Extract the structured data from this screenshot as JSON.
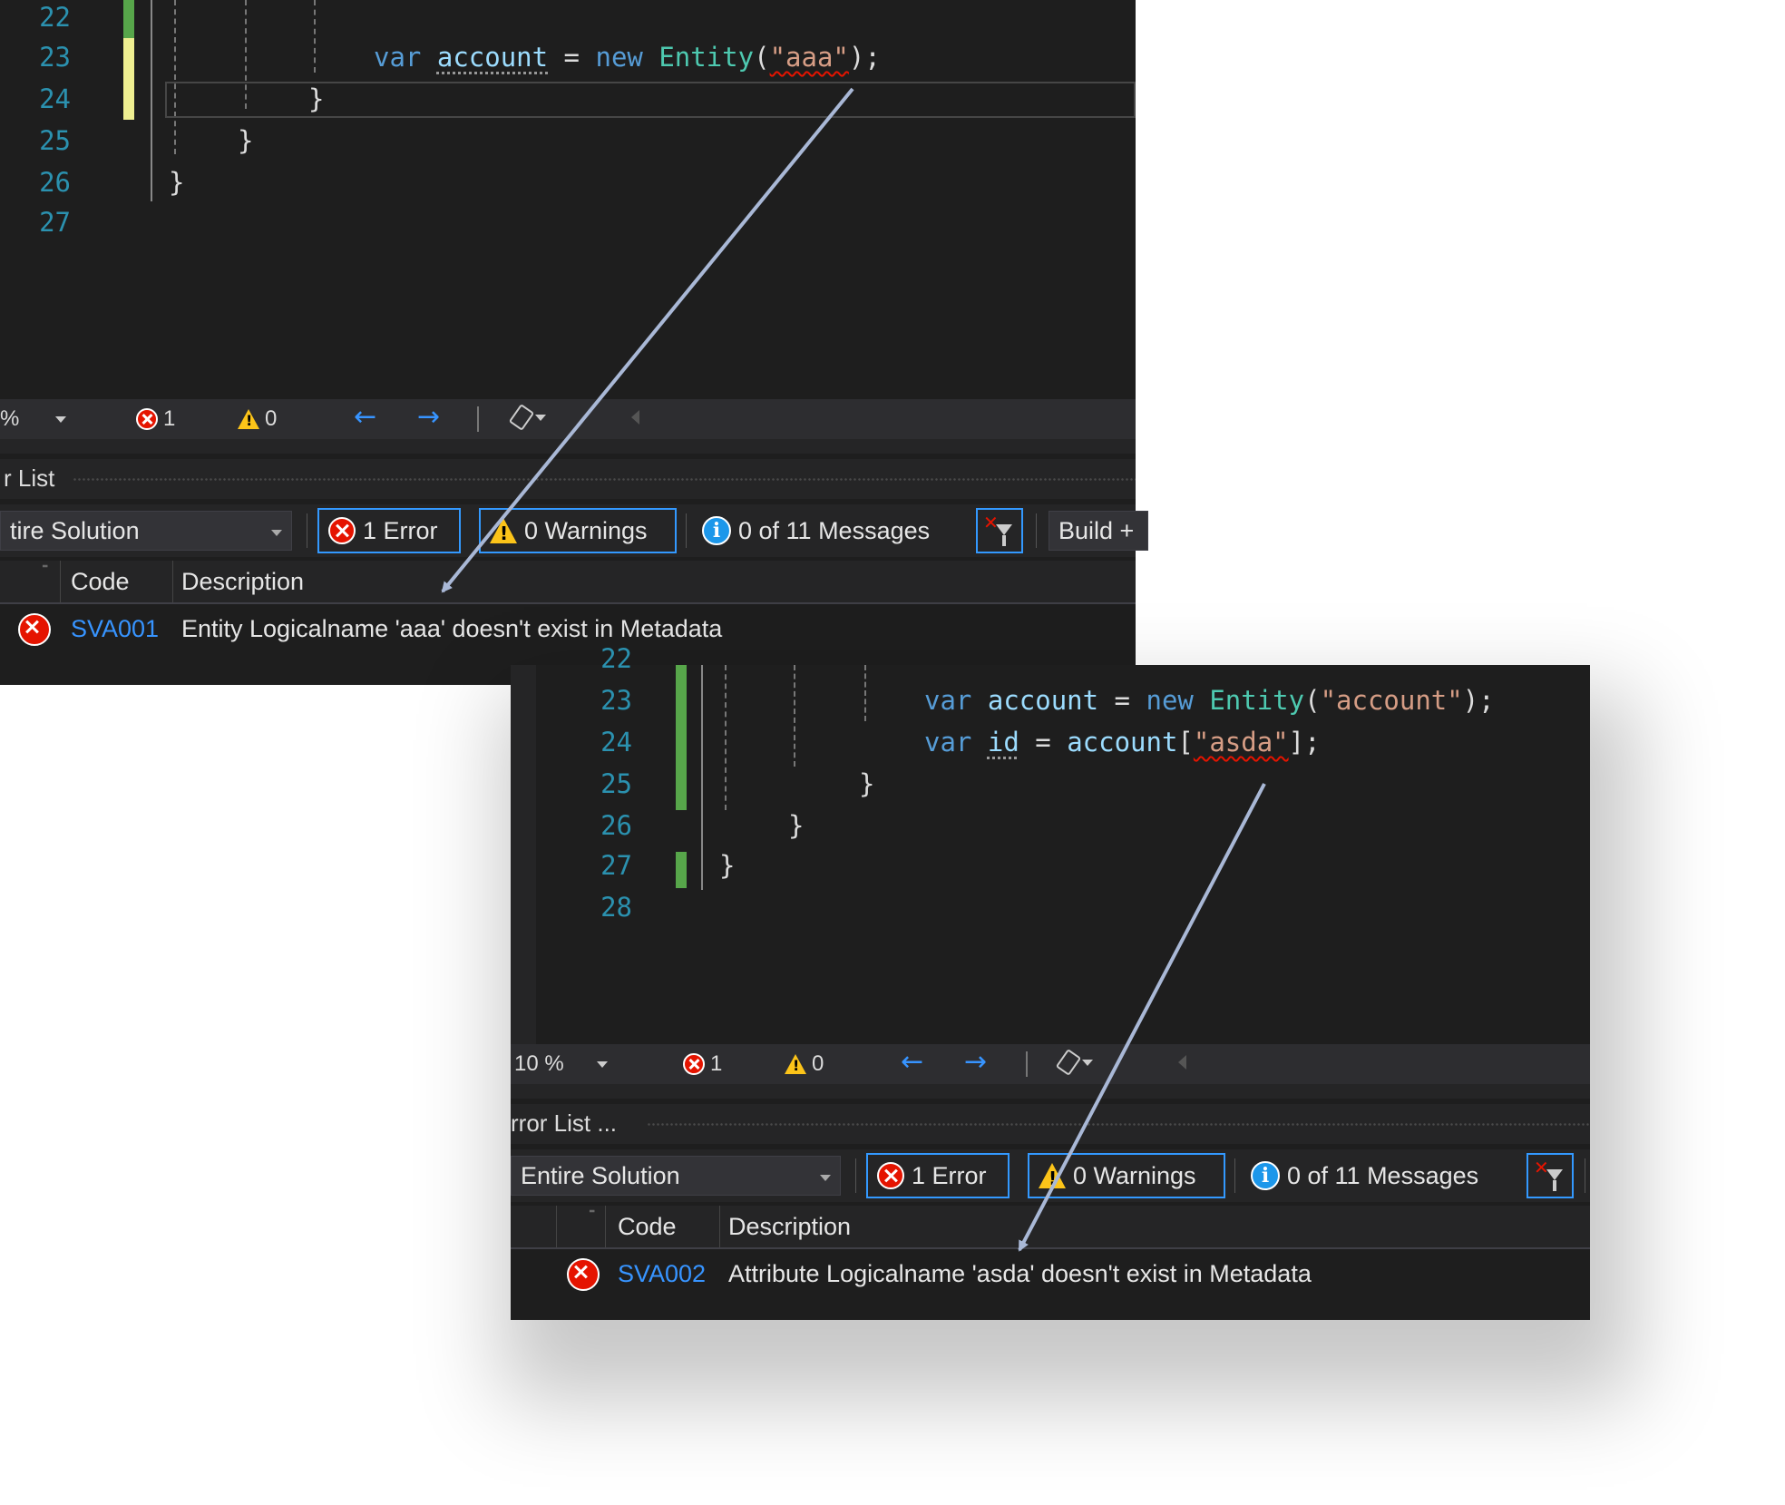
{
  "panel1": {
    "line_numbers": [
      "22",
      "23",
      "24",
      "25",
      "26",
      "27"
    ],
    "code": {
      "kw_var": "var",
      "var_name": "account",
      "op_eq": "=",
      "kw_new": "new",
      "type_name": "Entity",
      "paren_open": "(",
      "string_literal": "\"aaa\"",
      "paren_close": ");",
      "brace_inner": "}",
      "brace_mid": "}",
      "brace_outer": "}"
    },
    "status": {
      "zoom": "%",
      "errors": "1",
      "warnings": "0"
    },
    "error_list_title": "r List",
    "toolbar": {
      "scope": "tire Solution",
      "errors_label": "1 Error",
      "warnings_label": "0 Warnings",
      "messages_label": "0 of 11 Messages",
      "build_label": "Build +"
    },
    "headers": {
      "code": "Code",
      "description": "Description"
    },
    "row": {
      "code": "SVA001",
      "description": "Entity Logicalname 'aaa' doesn't exist in Metadata"
    }
  },
  "panel2": {
    "line_numbers": [
      "22",
      "23",
      "24",
      "25",
      "26",
      "27",
      "28"
    ],
    "code": {
      "kw_var": "var",
      "var_name": "account",
      "op_eq": "=",
      "kw_new": "new",
      "type_name": "Entity",
      "paren_open": "(",
      "string_literal": "\"account\"",
      "paren_close": ");",
      "kw_var2": "var",
      "var_name2": "id",
      "op_eq2": "=",
      "indexer_target": "account",
      "bracket_open": "[",
      "string_literal2": "\"asda\"",
      "bracket_close": "];",
      "brace_inner": "}",
      "brace_mid": "}",
      "brace_outer": "}"
    },
    "status": {
      "zoom": "10 %",
      "errors": "1",
      "warnings": "0"
    },
    "error_list_title": "rror List ...",
    "toolbar": {
      "scope": "Entire Solution",
      "errors_label": "1 Error",
      "warnings_label": "0 Warnings",
      "messages_label": "0 of 11 Messages"
    },
    "headers": {
      "code": "Code",
      "description": "Description"
    },
    "row": {
      "code": "SVA002",
      "description": "Attribute Logicalname 'asda' doesn't exist in Metadata"
    }
  },
  "colors": {
    "editor_bg": "#1e1e1e",
    "keyword": "#569cd6",
    "type": "#4ec9b0",
    "string": "#d69d85",
    "variable": "#9cdcfe",
    "line_number": "#2b91af",
    "error_red": "#e51400",
    "link_blue": "#3794ff",
    "callout_arrow": "#a9b8d6"
  },
  "icons": [
    "error-icon",
    "warning-icon",
    "info-icon",
    "arrow-left-icon",
    "arrow-right-icon",
    "brush-icon",
    "filter-clear-icon",
    "chevron-down-icon"
  ]
}
